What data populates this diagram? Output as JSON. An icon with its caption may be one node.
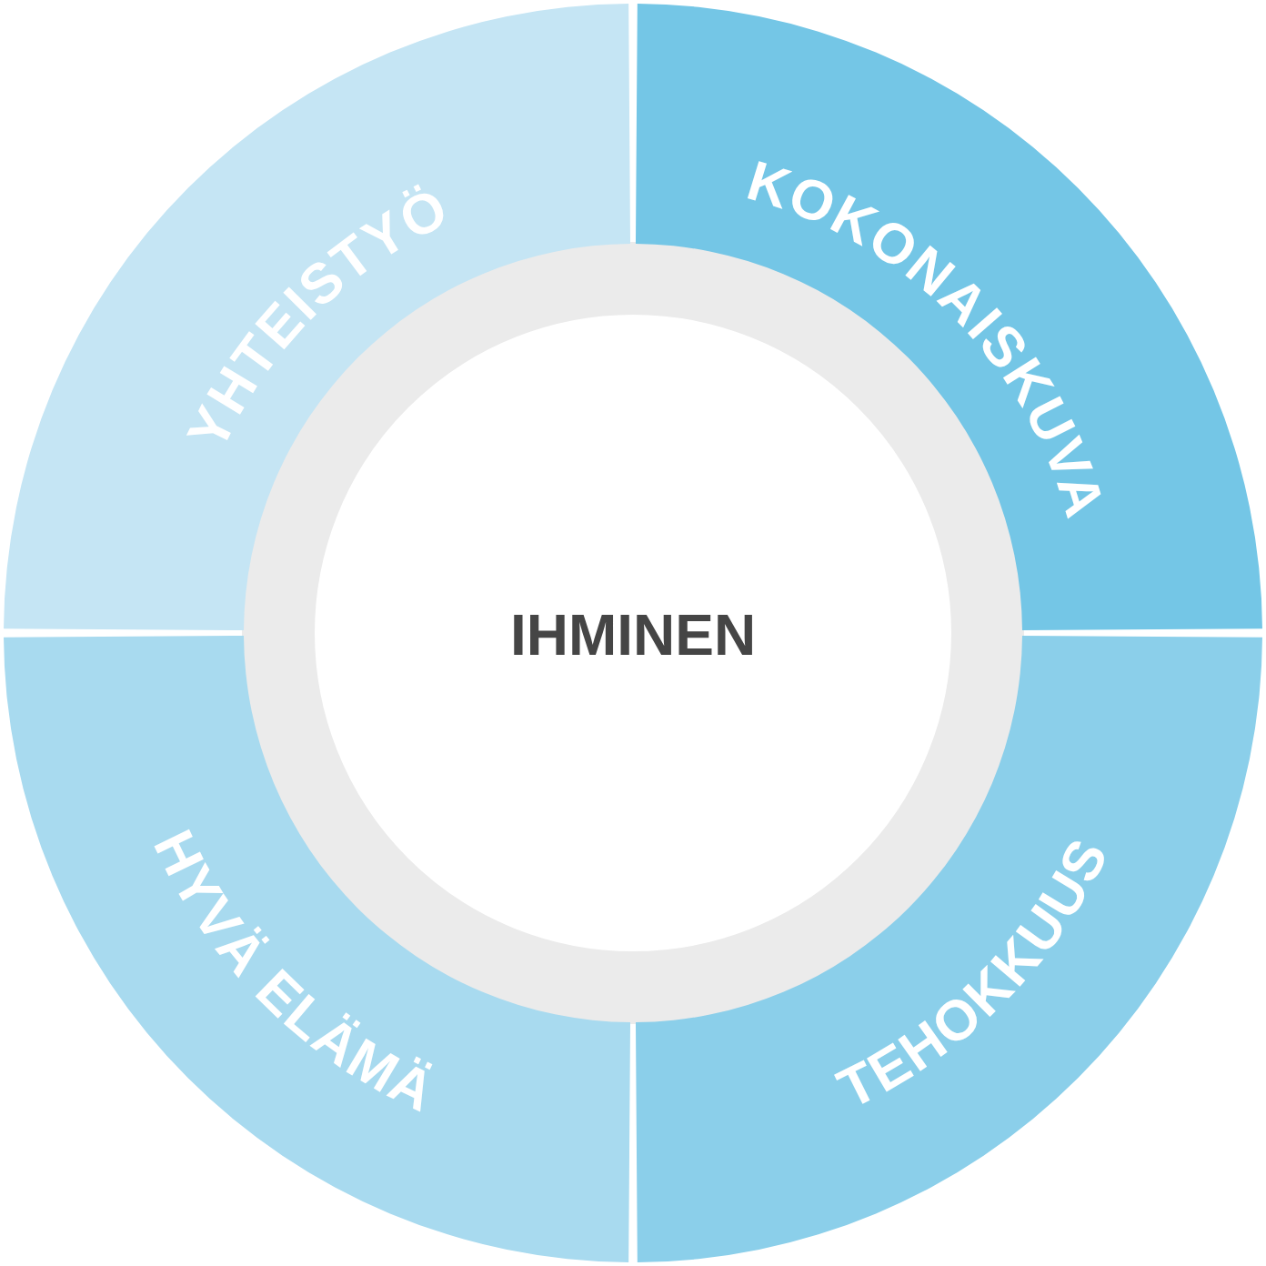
{
  "diagram": {
    "nodes": [
      {
        "text": [
          "YHTEISTYÖ"
        ]
      },
      {
        "text": [
          "KOKONAISKUVA"
        ]
      },
      {
        "text": [
          "IHMINEN"
        ]
      },
      {
        "text": [
          "HYVÄ ELÄMÄ"
        ]
      },
      {
        "text": [
          "TEHOKKUUS"
        ]
      }
    ]
  }
}
